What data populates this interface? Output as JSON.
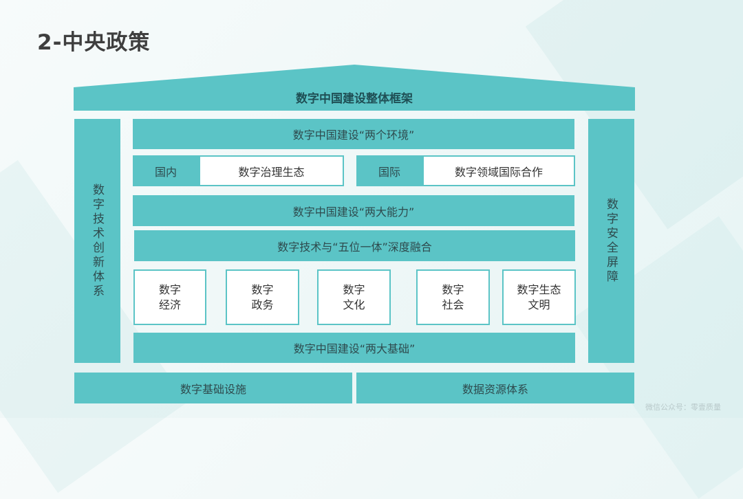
{
  "title": "2-中央政策",
  "roof_label": "数字中国建设整体框架",
  "left_pillar": "数字技术创新体系",
  "right_pillar": "数字安全屏障",
  "environment": "数字中国建设“两个环境”",
  "domestic": {
    "tag": "国内",
    "content": "数字治理生态"
  },
  "international": {
    "tag": "国际",
    "content": "数字领域国际合作"
  },
  "capabilities": "数字中国建设“两大能力”",
  "integration": "数字技术与“五位一体”深度融合",
  "pillars": [
    {
      "line1": "数字",
      "line2": "经济"
    },
    {
      "line1": "数字",
      "line2": "政务"
    },
    {
      "line1": "数字",
      "line2": "文化"
    },
    {
      "line1": "数字",
      "line2": "社会"
    },
    {
      "line1": "数字生态",
      "line2": "文明"
    }
  ],
  "foundations": "数字中国建设“两大基础”",
  "base_left": "数字基础设施",
  "base_right": "数据资源体系",
  "watermark": "微信公众号：零壹质量",
  "colors": {
    "teal": "#5bc4c6",
    "title": "#3f3f3f"
  }
}
